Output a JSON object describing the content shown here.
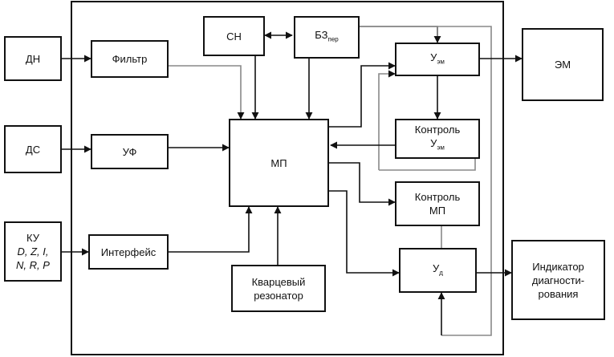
{
  "blocks": {
    "dn": "ДН",
    "ds": "ДС",
    "ku": {
      "title": "КУ",
      "line1": "D, Z, I,",
      "line2": "N, R, P"
    },
    "filter": "Фильтр",
    "uf": "УФ",
    "interface": "Интерфейс",
    "sn": "СН",
    "bz": {
      "main": "БЗ",
      "sub": "пер"
    },
    "mp": "МП",
    "quartz": {
      "line1": "Кварцевый",
      "line2": "резонатор"
    },
    "uem": {
      "main": "У",
      "sub": "эм"
    },
    "ctrl_uem": {
      "line1": "Контроль",
      "main": "У",
      "sub": "эм"
    },
    "ctrl_mp": {
      "line1": "Контроль",
      "line2": "МП"
    },
    "ud": {
      "main": "У",
      "sub": "д"
    },
    "em": "ЭМ",
    "indicator": {
      "line1": "Индикатор",
      "line2": "диагности-",
      "line3": "рования"
    }
  }
}
